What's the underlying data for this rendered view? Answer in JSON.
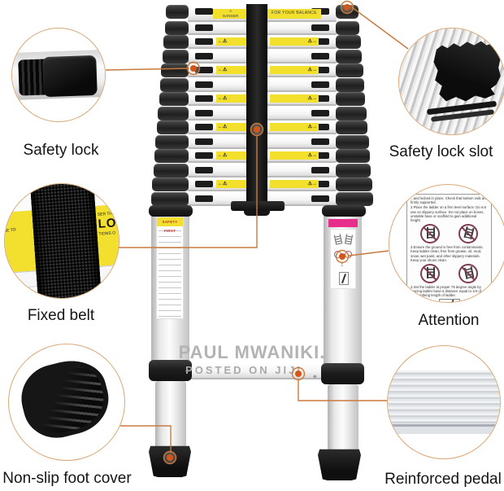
{
  "callouts": {
    "safety_lock": {
      "label": "Safety lock"
    },
    "safety_lock_slot": {
      "label": "Safety lock slot"
    },
    "fixed_belt": {
      "label": "Fixed belt",
      "sticker_fragments": {
        "left": "URE TO",
        "top_right": "SER THA",
        "big_right": "LOS",
        "bottom_right": "TIONS O"
      }
    },
    "attention": {
      "label": "Attention",
      "card_paragraphs": [
        "...and locked in place. Check that bottom rails are firmly supported.",
        "2.Place the ladder on a firm level surface. Do not use on slippery surface. Do not place on boxes, unstable base or scaffold to gain additional height.",
        "3.Ensure the ground is free from contaminants. Keep ladder clean, free from grease, oil, mud, snow, wet paint, and other slippery materials. Keep your shoes clean.",
        "4.Set the ladder at proper 75 degree angle by bracing ladder base a distance equal to 1/4 of total working length of ladder."
      ]
    },
    "non_slip_foot": {
      "label": "Non-slip foot cover"
    },
    "reinforced_pedal": {
      "label": "Reinforced pedal"
    }
  },
  "ladder": {
    "top_rung_sticker": {
      "warning_icon": "⚠",
      "danger_text": "DANGER",
      "balance_text": "FOR YOUR BALANCE"
    },
    "rung_sticker": {
      "left_mark": "←⚠",
      "right_mark": "⚠→"
    },
    "left_tube_sticker_header": "SAFETY FIRST"
  },
  "watermark": {
    "line1": "PAUL MWANIKI.",
    "line2": "POSTED ON JIJI",
    "diamond": "◆"
  },
  "colors": {
    "leader_line": "#c87a3e",
    "anchor_dot": "#d4561a",
    "inset_ring": "#d8a878",
    "sticker_yellow": "#f2df2e",
    "magenta_band": "#e62e8a",
    "safety_red": "#c03528"
  }
}
